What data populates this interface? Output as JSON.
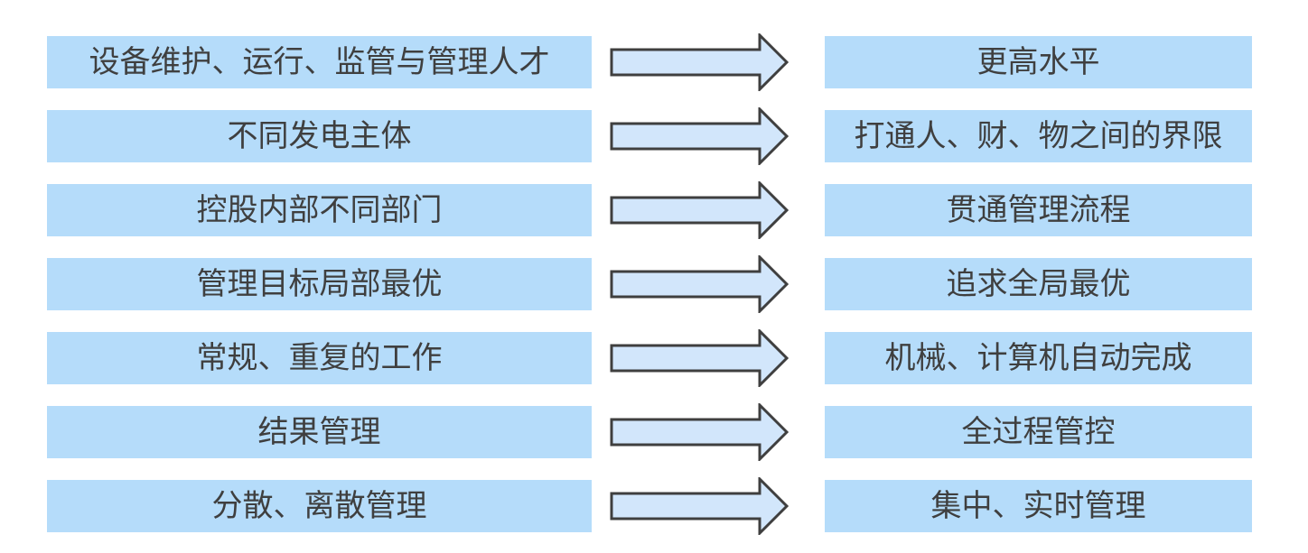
{
  "colors": {
    "box_fill": "#B5DCFA",
    "arrow_fill": "#D2E6FB",
    "arrow_stroke": "#3F3F3F",
    "text": "#3F3F3F"
  },
  "rows": [
    {
      "left": "设备维护、运行、监管与管理人才",
      "right": "更高水平"
    },
    {
      "left": "不同发电主体",
      "right": "打通人、财、物之间的界限"
    },
    {
      "left": "控股内部不同部门",
      "right": "贯通管理流程"
    },
    {
      "left": "管理目标局部最优",
      "right": "追求全局最优"
    },
    {
      "left": "常规、重复的工作",
      "right": "机械、计算机自动完成"
    },
    {
      "left": "结果管理",
      "right": "全过程管控"
    },
    {
      "left": "分散、离散管理",
      "right": "集中、实时管理"
    }
  ]
}
